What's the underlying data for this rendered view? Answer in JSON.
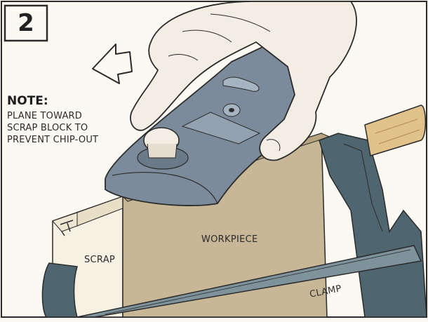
{
  "step_number": "2",
  "note": {
    "heading": "NOTE:",
    "lines": [
      "PLANE TOWARD",
      "SCRAP BLOCK TO",
      "PREVENT CHIP-OUT"
    ]
  },
  "labels": {
    "workpiece": "WORKPIECE",
    "scrap": "SCRAP",
    "clamp": "CLAMP"
  },
  "direction_arrow": "left-arrow-icon",
  "colors": {
    "paper": "#fbf9f2",
    "workpiece": "#c8b796",
    "plane_body": "#7c8b9b",
    "clamp_metal": "#4f6670",
    "handle_wood": "#e1c28b",
    "skin": "#f3ede3",
    "ink": "#2b2b2b"
  }
}
